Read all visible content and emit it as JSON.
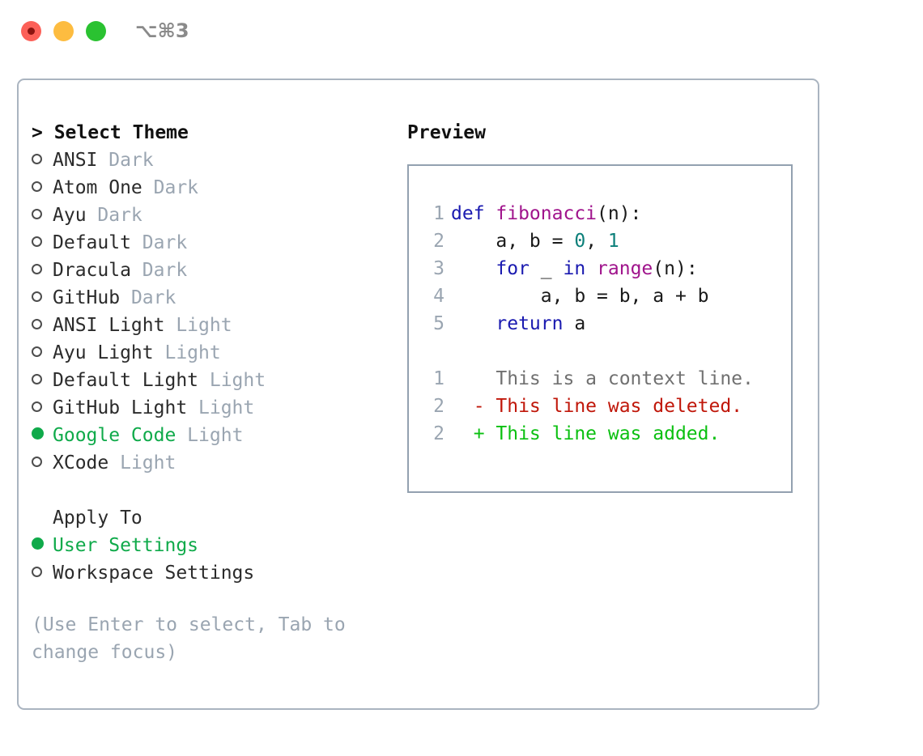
{
  "titlebar": {
    "shortcut": "⌥⌘3",
    "buttons": [
      {
        "name": "close-button",
        "color": "#fc6058"
      },
      {
        "name": "minimize-button",
        "color": "#fdbc40"
      },
      {
        "name": "maximize-button",
        "color": "#2ac231"
      }
    ]
  },
  "theme_picker": {
    "header": "> Select Theme",
    "options": [
      {
        "marker": "open",
        "label": "ANSI",
        "tag": "Dark",
        "selected": false
      },
      {
        "marker": "open",
        "label": "Atom One",
        "tag": "Dark",
        "selected": false
      },
      {
        "marker": "open",
        "label": "Ayu",
        "tag": "Dark",
        "selected": false
      },
      {
        "marker": "open",
        "label": "Default",
        "tag": "Dark",
        "selected": false
      },
      {
        "marker": "open",
        "label": "Dracula",
        "tag": "Dark",
        "selected": false
      },
      {
        "marker": "open",
        "label": "GitHub",
        "tag": "Dark",
        "selected": false
      },
      {
        "marker": "open",
        "label": "ANSI Light",
        "tag": "Light",
        "selected": false
      },
      {
        "marker": "open",
        "label": "Ayu Light",
        "tag": "Light",
        "selected": false
      },
      {
        "marker": "open",
        "label": "Default Light",
        "tag": "Light",
        "selected": false
      },
      {
        "marker": "open",
        "label": "GitHub Light",
        "tag": "Light",
        "selected": false
      },
      {
        "marker": "filled",
        "label": "Google Code",
        "tag": "Light",
        "selected": true
      },
      {
        "marker": "open",
        "label": "XCode",
        "tag": "Light",
        "selected": false
      }
    ]
  },
  "apply_to": {
    "title": "Apply To",
    "options": [
      {
        "marker": "filled",
        "label": "User Settings",
        "tag": "",
        "selected": true
      },
      {
        "marker": "open",
        "label": "Workspace Settings",
        "tag": "",
        "selected": false
      }
    ]
  },
  "hint": "(Use Enter to select, Tab to change focus)",
  "preview": {
    "title": "Preview",
    "code_lines": [
      {
        "number": "1",
        "tokens": [
          {
            "text": "def ",
            "type": "kw"
          },
          {
            "text": "fibonacci",
            "type": "fn"
          },
          {
            "text": "(n):",
            "type": "pl"
          }
        ]
      },
      {
        "number": "2",
        "tokens": [
          {
            "text": "    a, b = ",
            "type": "pl"
          },
          {
            "text": "0",
            "type": "num"
          },
          {
            "text": ", ",
            "type": "pl"
          },
          {
            "text": "1",
            "type": "num"
          }
        ]
      },
      {
        "number": "3",
        "tokens": [
          {
            "text": "    ",
            "type": "pl"
          },
          {
            "text": "for",
            "type": "kw"
          },
          {
            "text": " _ ",
            "type": "pl"
          },
          {
            "text": "in",
            "type": "kw"
          },
          {
            "text": " ",
            "type": "pl"
          },
          {
            "text": "range",
            "type": "fn"
          },
          {
            "text": "(n):",
            "type": "pl"
          }
        ]
      },
      {
        "number": "4",
        "tokens": [
          {
            "text": "        a, b = b, a + b",
            "type": "pl"
          }
        ]
      },
      {
        "number": "5",
        "tokens": [
          {
            "text": "    ",
            "type": "pl"
          },
          {
            "text": "return",
            "type": "kw"
          },
          {
            "text": " a",
            "type": "pl"
          }
        ]
      }
    ],
    "diff_lines": [
      {
        "number": "1",
        "prefix": "  ",
        "text": "This is a context line.",
        "type": "ctx"
      },
      {
        "number": "2",
        "prefix": "- ",
        "text": "This line was deleted.",
        "type": "del"
      },
      {
        "number": "2",
        "prefix": "+ ",
        "text": "This line was added.",
        "type": "add"
      }
    ]
  },
  "colors": {
    "accent_green": "#0faa4a",
    "muted": "#9aa5b1",
    "keyword": "#1a1ab0",
    "function": "#a0148c",
    "number": "#0b7f79",
    "diff_deleted": "#c0170a",
    "diff_added": "#0bc011",
    "panel_border": "#aab4c0",
    "preview_border": "#93a1b0"
  }
}
